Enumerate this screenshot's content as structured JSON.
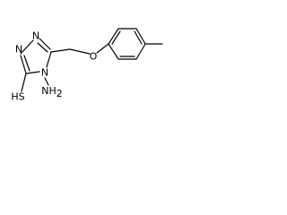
{
  "molecule": {
    "atoms": {
      "n1": "N",
      "n2": "N",
      "n4": "N",
      "nh2": "NH",
      "nh2_subscript": "2",
      "o": "O",
      "sh": "HS"
    }
  }
}
